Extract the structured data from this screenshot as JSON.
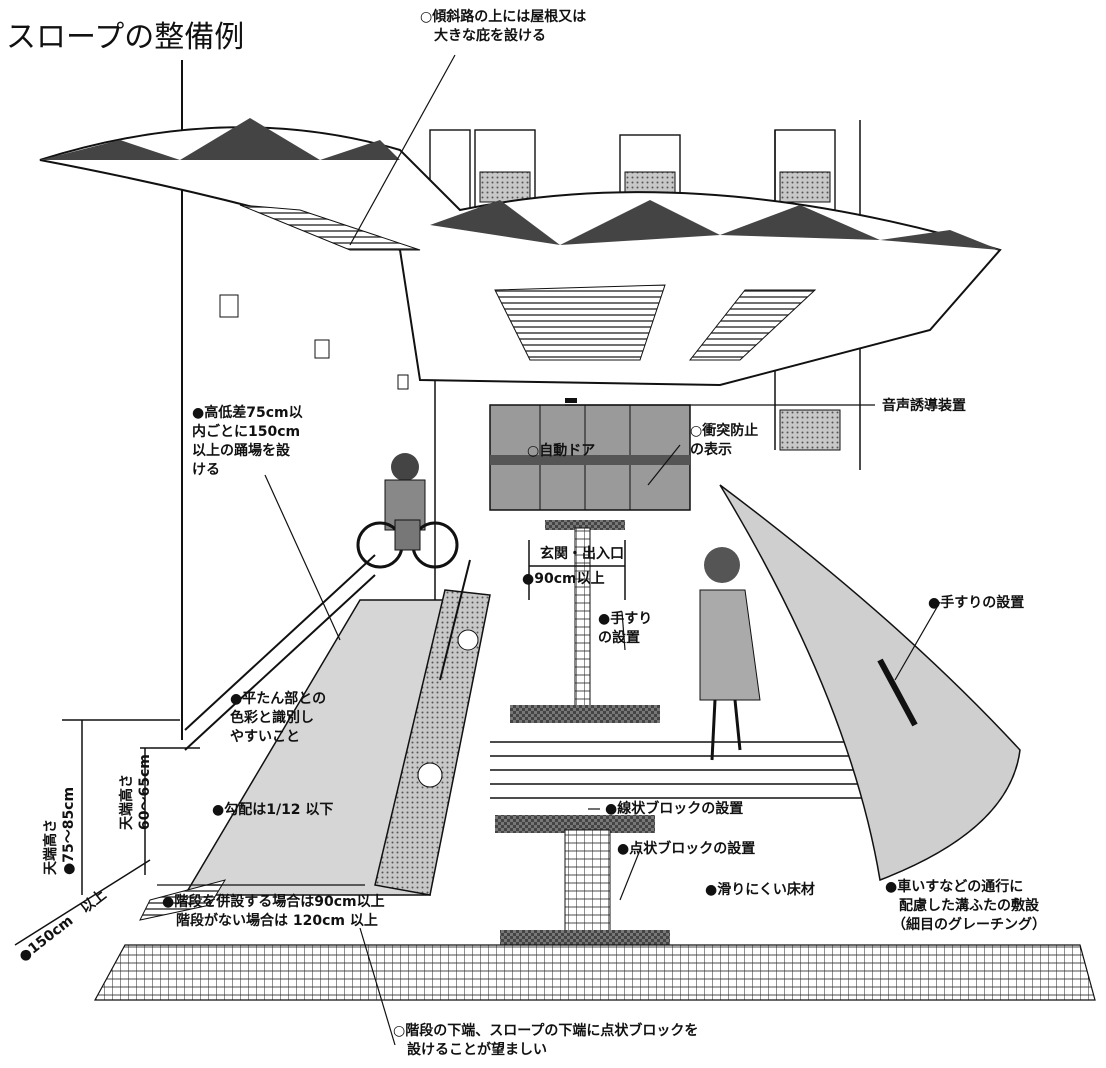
{
  "title": "スロープの整備例",
  "labels": {
    "roof": "○傾斜路の上には屋根又は\n　大きな庇を設ける",
    "landing": "●高低差75cm以\n内ごとに150cm\n以上の踊場を設\nける",
    "audio": "音声誘導装置",
    "autodoor": "○自動ドア",
    "collision": "○衝突防止\nの表示",
    "entrance": "玄関・出入口",
    "width_90": "●90cm以上",
    "handrail_center": "●手すり\nの設置",
    "handrail_right": "●手すりの設置",
    "color": "●平たん部との\n色彩と識別し\nやすいこと",
    "gradient": "●勾配は1/12 以下",
    "linear_block": "●線状ブロックの設置",
    "dot_block": "●点状ブロックの設置",
    "nonslip": "●滑りにくい床材",
    "grating": "●車いすなどの通行に\n　配慮した溝ふたの敷設\n　（細目のグレーチング）",
    "stairs_width": "●階段を併設する場合は90cm以上\n　階段がない場合は 120cm 以上",
    "bottom_note": "○階段の下端、スロープの下端に点状ブロックを\n　設けることが望ましい",
    "rail_high": "天端高さ\n●75～85cm",
    "rail_low": "天端高さ\n60～65cm",
    "landing_length": "●150cm　以上"
  }
}
